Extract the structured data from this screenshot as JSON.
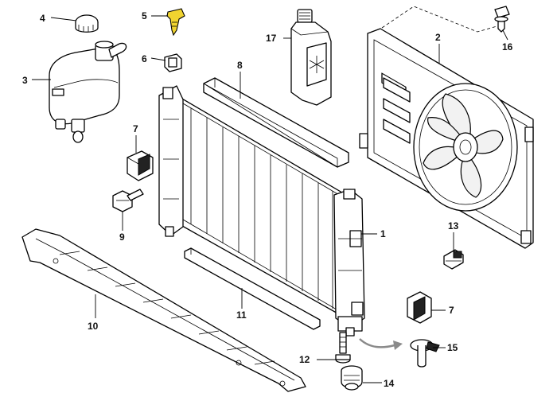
{
  "diagram": {
    "callouts": {
      "c1": "1",
      "c2": "2",
      "c3": "3",
      "c4": "4",
      "c5": "5",
      "c6": "6",
      "c7a": "7",
      "c7b": "7",
      "c8": "8",
      "c9": "9",
      "c10": "10",
      "c11": "11",
      "c12": "12",
      "c13": "13",
      "c14": "14",
      "c15": "15",
      "c16": "16",
      "c17": "17"
    },
    "colors": {
      "highlight_part": "#f1d430",
      "arrow": "#8a8a8a",
      "line": "#000000"
    },
    "highlighted_part": "5"
  }
}
